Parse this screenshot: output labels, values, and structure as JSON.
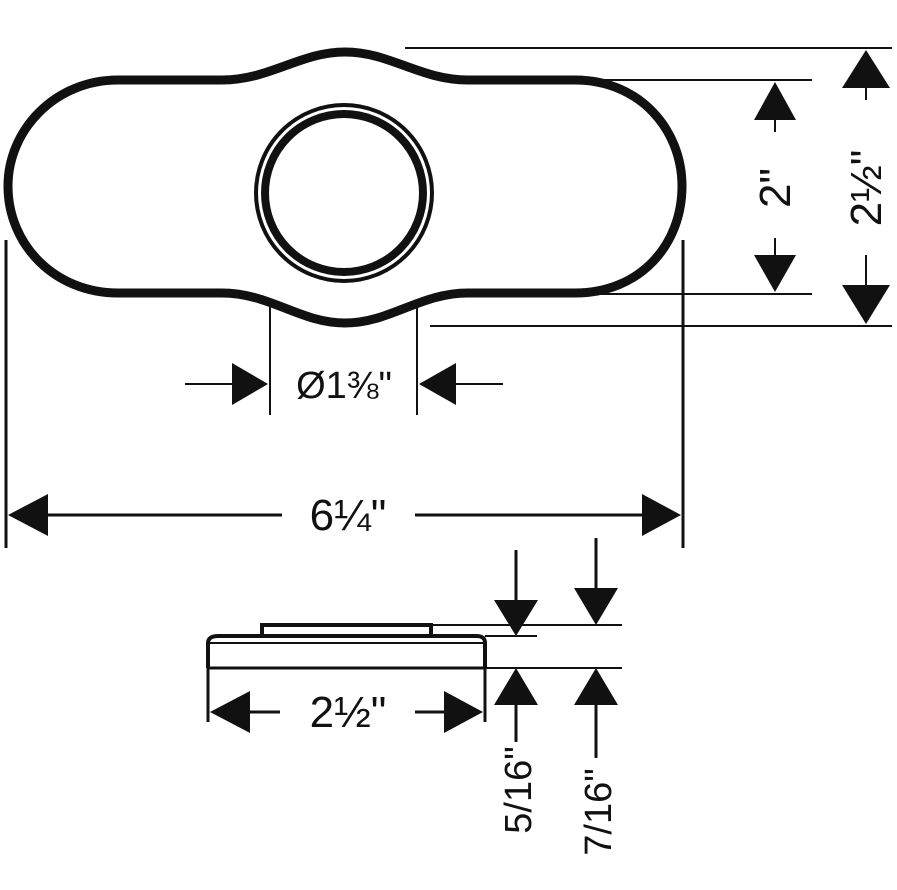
{
  "dimensions": {
    "overall_length": "6¼\"",
    "width_outer": "2½\"",
    "width_inner": "2\"",
    "hole_diameter": "Ø1⅜\"",
    "side_view_width": "2½\"",
    "height_small": "5/16\"",
    "height_large": "7/16\""
  }
}
